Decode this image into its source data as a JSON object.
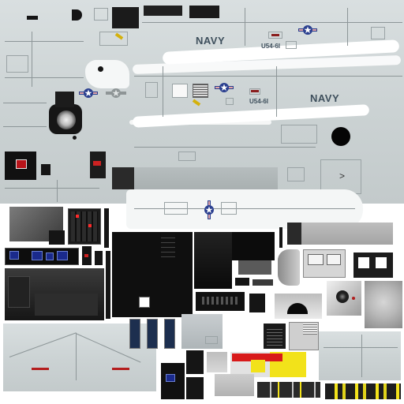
{
  "texture": {
    "kind": "aircraft texture atlas",
    "markings": {
      "service_upper": "NAVY",
      "service_lower": "NAVY",
      "bureau_upper": "U54-6I",
      "bureau_lower": "U54-6I"
    },
    "roundel_icon": "us-star-and-bar-insignia",
    "colors": {
      "fuselage_gray": "#c8cfd0",
      "roundel_blue": "#2a3f8f",
      "roundel_red": "#b81d24",
      "warning_yellow": "#f2e21a",
      "warning_red": "#d81a1a",
      "cockpit_dark": "#151515",
      "screen_blue": "#1a2a8c"
    }
  }
}
